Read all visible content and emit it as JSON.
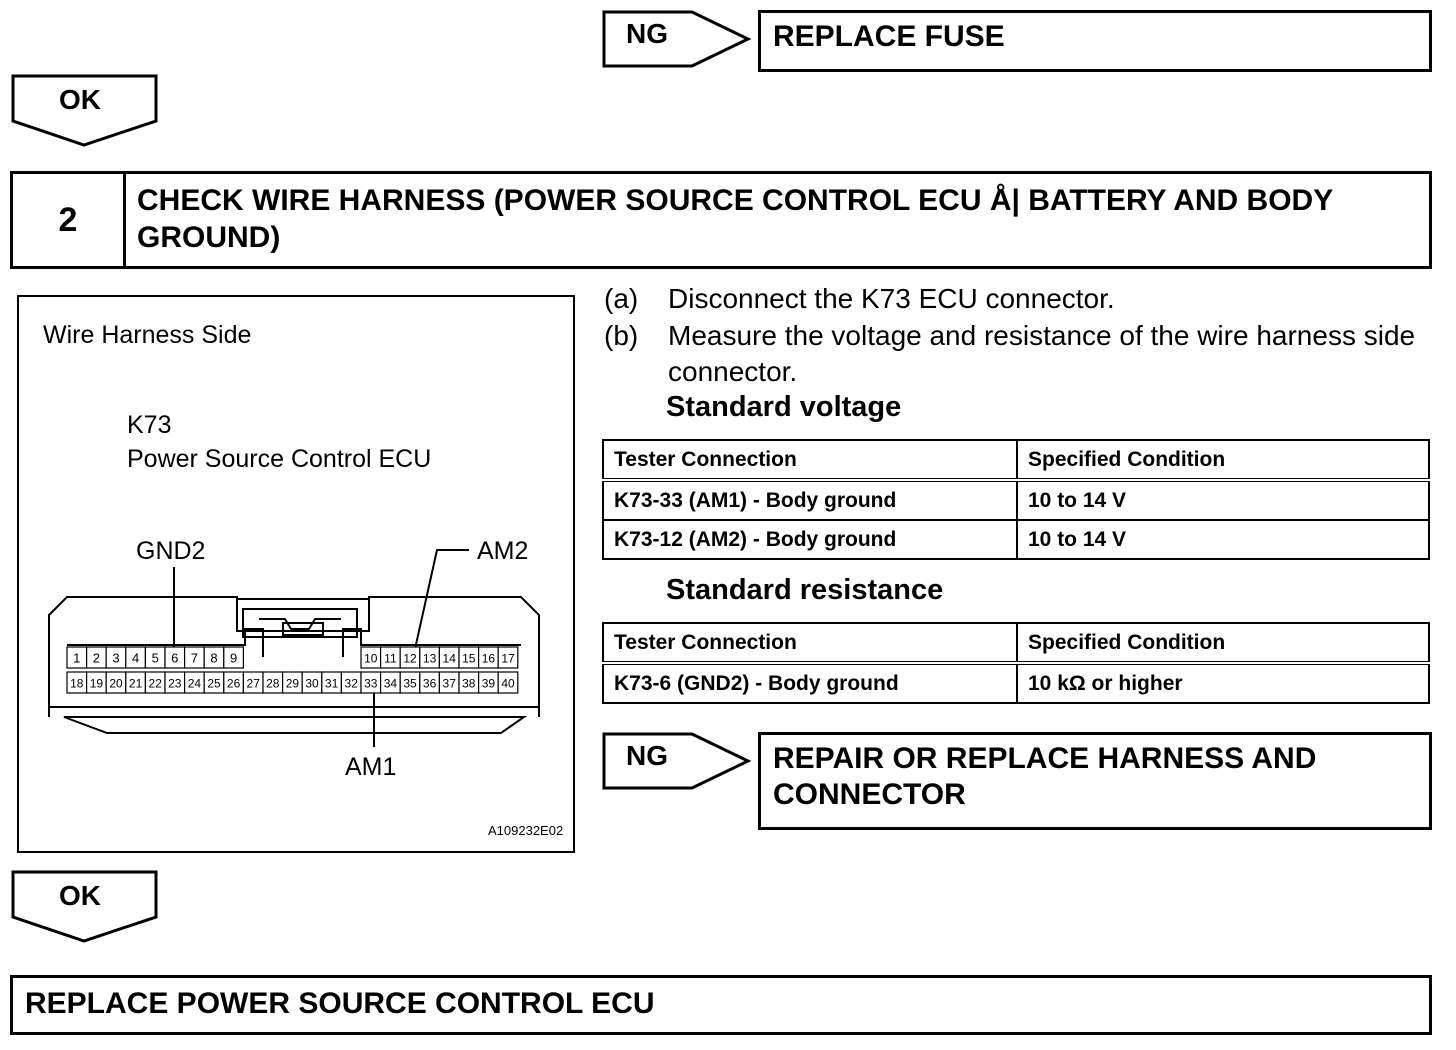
{
  "top_ng": {
    "tag": "NG",
    "result": "REPLACE FUSE"
  },
  "ok_top": "OK",
  "step": {
    "number": "2",
    "title": "CHECK WIRE HARNESS (POWER SOURCE CONTROL ECU Å| BATTERY AND BODY GROUND)"
  },
  "figure": {
    "header": "Wire Harness Side",
    "connector_id": "K73",
    "connector_name": "Power Source Control ECU",
    "labels": {
      "gnd2": "GND2",
      "am2": "AM2",
      "am1": "AM1"
    },
    "top_row_left": [
      "1",
      "2",
      "3",
      "4",
      "5",
      "6",
      "7",
      "8",
      "9"
    ],
    "top_row_right": [
      "10",
      "11",
      "12",
      "13",
      "14",
      "15",
      "16",
      "17"
    ],
    "bottom_row": [
      "18",
      "19",
      "20",
      "21",
      "22",
      "23",
      "24",
      "25",
      "26",
      "27",
      "28",
      "29",
      "30",
      "31",
      "32",
      "33",
      "34",
      "35",
      "36",
      "37",
      "38",
      "39",
      "40"
    ],
    "code": "A109232E02"
  },
  "instructions": [
    {
      "mark": "(a)",
      "text": "Disconnect the K73 ECU connector."
    },
    {
      "mark": "(b)",
      "text": "Measure the voltage and resistance of the wire harness side connector."
    }
  ],
  "voltage": {
    "title": "Standard voltage",
    "headers": [
      "Tester Connection",
      "Specified Condition"
    ],
    "rows": [
      [
        "K73-33 (AM1) - Body ground",
        "10 to 14 V"
      ],
      [
        "K73-12 (AM2) - Body ground",
        "10 to 14 V"
      ]
    ]
  },
  "resistance": {
    "title": "Standard resistance",
    "headers": [
      "Tester Connection",
      "Specified Condition"
    ],
    "rows": [
      [
        "K73-6 (GND2) - Body ground",
        "10 kΩ or higher"
      ]
    ]
  },
  "mid_ng": {
    "tag": "NG",
    "result": "REPAIR OR REPLACE HARNESS AND CONNECTOR"
  },
  "ok_bottom": "OK",
  "final_action": "REPLACE POWER SOURCE CONTROL ECU"
}
